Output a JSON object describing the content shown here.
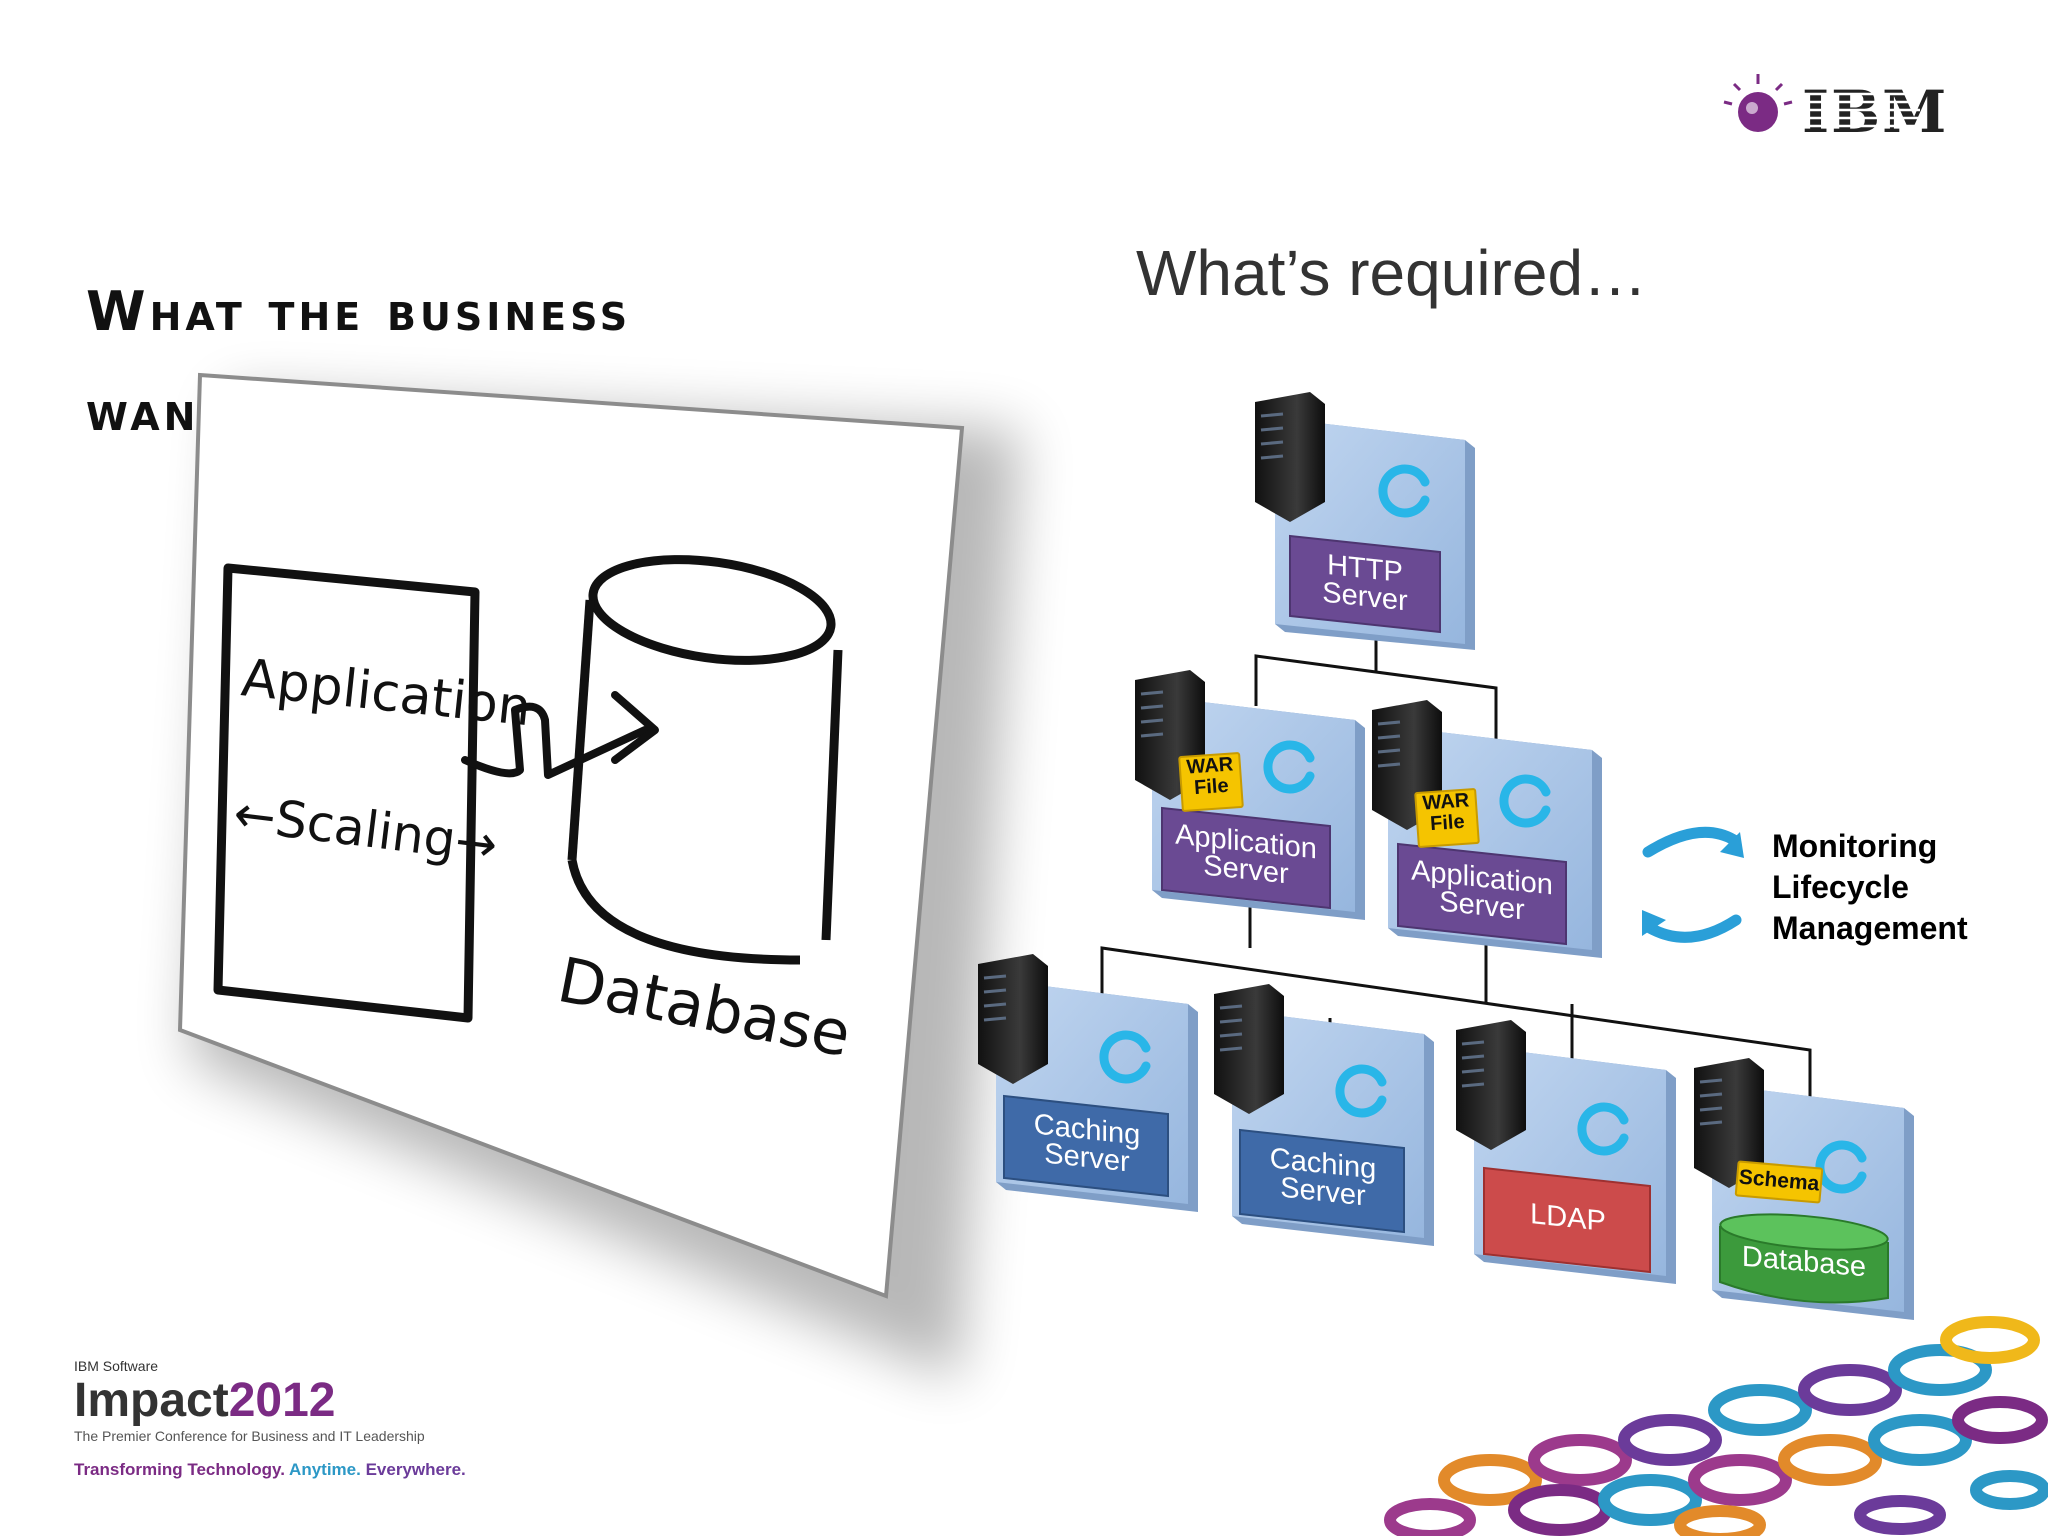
{
  "slide": {
    "title_left": "What the business wants...",
    "title_right": "What’s required…"
  },
  "whiteboard": {
    "application": "Application",
    "scaling": "Scaling",
    "database": "Database"
  },
  "diagram": {
    "http_server": "HTTP Server",
    "application_servers": [
      "Application Server",
      "Application Server"
    ],
    "war_file": "WAR File",
    "caching_servers": [
      "Caching Server",
      "Caching Server"
    ],
    "ldap": "LDAP",
    "schema": "Schema",
    "database": "Database",
    "legend": [
      "Monitoring",
      "Lifecycle",
      "Management"
    ]
  },
  "logo": {
    "text": "IBM"
  },
  "footer": {
    "ibm_software": "IBM Software",
    "impact": "Impact",
    "year": "2012",
    "tagline_small": "The Premier Conference for Business and IT Leadership",
    "tagline_a": "Transforming Technology.",
    "tagline_b": "Anytime.",
    "tagline_c": "Everywhere."
  },
  "colors": {
    "purple": "#6a4a93",
    "blue_box": "#3f6aa8",
    "ldap_red": "#cc4b4b",
    "db_green": "#3c9a3c",
    "tile": "#a8c4e6",
    "ibm_purple": "#7b2b84"
  }
}
